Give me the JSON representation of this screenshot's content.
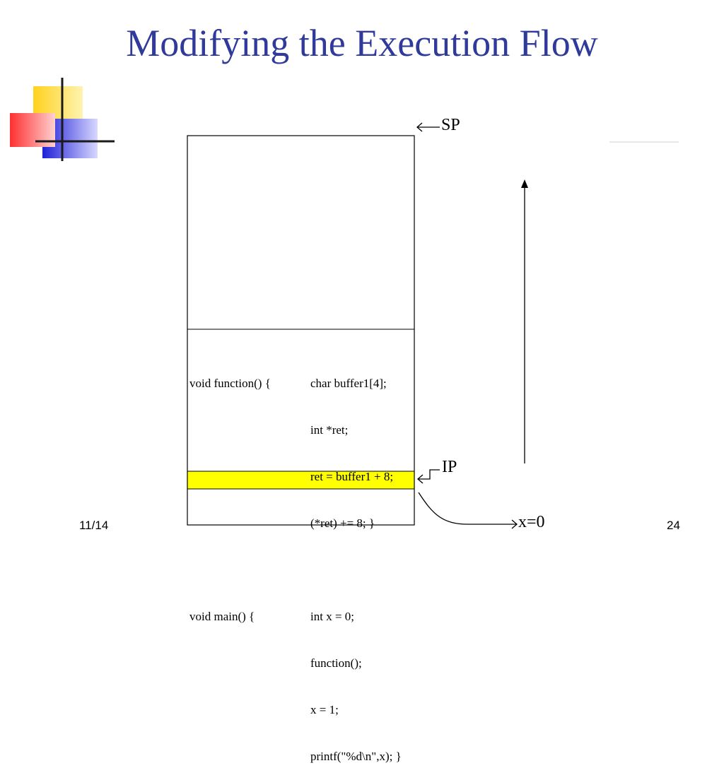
{
  "slide": {
    "title": "Modifying the Execution Flow",
    "date": "11/14",
    "page_number": "24"
  },
  "diagram": {
    "sp_label": "SP",
    "ip_label": "IP",
    "x_label": "x=0",
    "highlight_color": "#ffff00",
    "code_left": [
      "void function() {",
      "",
      "",
      "",
      "",
      "void main() {"
    ],
    "code_right": [
      "char buffer1[4];",
      "int *ret;",
      "ret = buffer1 + 8;",
      "(*ret) += 8; }",
      "",
      "int x = 0;",
      "function();",
      "x = 1;",
      "printf(\"%d\\n\",x); }"
    ]
  },
  "colors": {
    "title": "#2f3a9a",
    "logo_yellow": "#ffd21e",
    "logo_red": "#ff2a2a",
    "logo_blue": "#2a2ae0"
  }
}
